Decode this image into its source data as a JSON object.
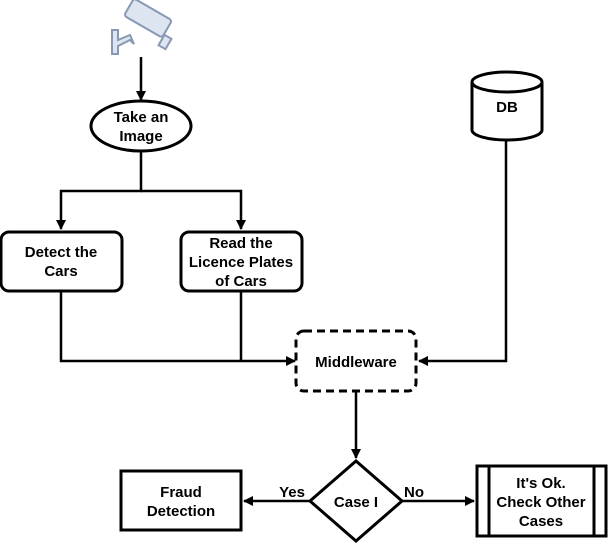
{
  "nodes": {
    "camera": {
      "icon": "security-camera-icon"
    },
    "take_image": {
      "lines": [
        "Take an",
        "Image"
      ]
    },
    "db": {
      "lines": [
        "DB"
      ]
    },
    "detect_cars": {
      "lines": [
        "Detect the",
        "Cars"
      ]
    },
    "read_plates": {
      "lines": [
        "Read the",
        "Licence Plates",
        "of Cars"
      ]
    },
    "middleware": {
      "lines": [
        "Middleware"
      ]
    },
    "case": {
      "lines": [
        "Case I"
      ]
    },
    "fraud": {
      "lines": [
        "Fraud",
        "Detection"
      ]
    },
    "ok": {
      "lines": [
        "It's Ok.",
        "Check Other",
        "Cases"
      ]
    }
  },
  "edges": {
    "yes_label": "Yes",
    "no_label": "No"
  },
  "colors": {
    "camera_fill": "#dde6f0",
    "camera_stroke": "#8899b3"
  }
}
